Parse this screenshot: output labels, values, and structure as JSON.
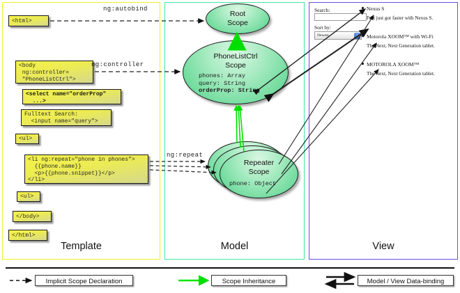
{
  "columns": [
    {
      "id": "template",
      "label": "Template",
      "border_color": "#f2f024"
    },
    {
      "id": "model",
      "label": "Model",
      "border_color": "#3ee8a0"
    },
    {
      "id": "view",
      "label": "View",
      "border_color": "#6a4fe0"
    }
  ],
  "template": {
    "boxes": [
      {
        "id": "html",
        "text": "<html>"
      },
      {
        "id": "body",
        "text": "<body\n ng:controller=\n \"PhoneListCtrl\">"
      },
      {
        "id": "select",
        "text": "<select name=\"orderProp\"\n  ...>"
      },
      {
        "id": "search",
        "text": "Fulltext Search:\n  <input name=\"query\">"
      },
      {
        "id": "ul-open",
        "text": "<ul>"
      },
      {
        "id": "li-repeat",
        "text": "<li ng:repeat=\"phone in phones\">\n  {{phone.name}}\n  <p>{{phone.snippet}}</p>\n</li>"
      },
      {
        "id": "ul-close",
        "text": "<ul>"
      },
      {
        "id": "body-close",
        "text": "</body>"
      },
      {
        "id": "html-close",
        "text": "</html>"
      }
    ]
  },
  "edges": {
    "autobind": "ng:autobind",
    "controller": "ng:controller",
    "repeat": "ng:repeat"
  },
  "model": {
    "scopes": [
      {
        "id": "root",
        "title_line1": "Root",
        "title_line2": "Scope",
        "props": []
      },
      {
        "id": "phonelistctrl",
        "title_line1": "PhoneListCtrl",
        "title_line2": "Scope",
        "props": [
          "phones: Array",
          "query: String",
          "orderProp: String"
        ],
        "bold_prop": "orderProp: String"
      },
      {
        "id": "repeater",
        "title_line1": "Repeater",
        "title_line2": "Scope",
        "props": [
          "phone: Object"
        ],
        "stack_count": 3
      }
    ]
  },
  "view": {
    "search_label": "Search:",
    "search_value": "",
    "sortby_label": "Sort by:",
    "sort_selected": "Newest",
    "phones": [
      {
        "name": "Nexus S",
        "snippet": "Fast just got faster with Nexus S."
      },
      {
        "name": "Motorola XOOM™  with Wi-Fi",
        "snippet": "The Next, Next Generation tablet."
      },
      {
        "name": "MOTOROLA XOOM™",
        "snippet": "The Next, Next Generation tablet."
      }
    ]
  },
  "legend": {
    "items": [
      {
        "id": "implicit",
        "label": "Implicit Scope Declaration",
        "style": "dashed-black-arrow"
      },
      {
        "id": "inheritance",
        "label": "Scope Inheritance",
        "style": "solid-green-arrow",
        "color": "#00e500"
      },
      {
        "id": "databinding",
        "label": "Model / View Data-binding",
        "style": "double-black-arrow"
      }
    ]
  }
}
